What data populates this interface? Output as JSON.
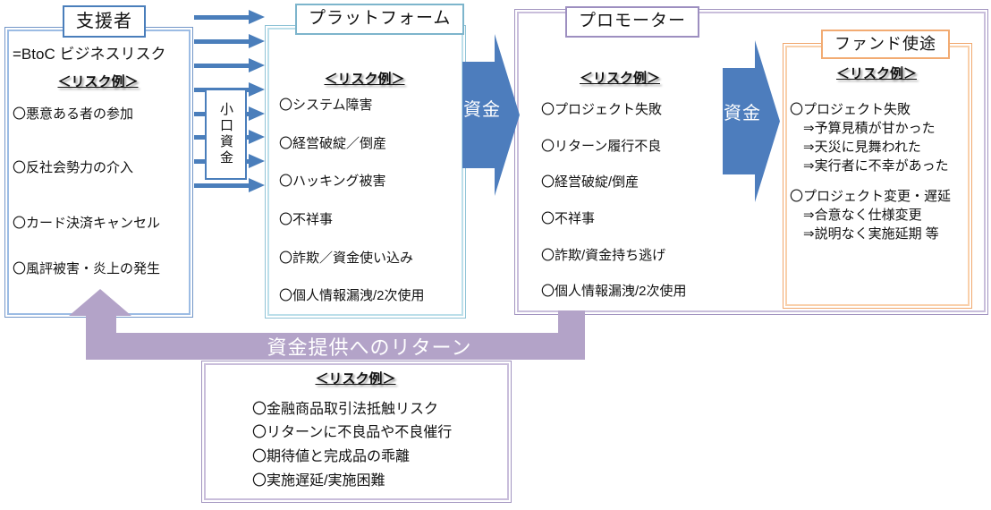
{
  "colors": {
    "arrow_blue": "#4a7ebb",
    "box_blue_border": "#7396c8",
    "box_cyan_border": "#8fc3d6",
    "box_purple_border": "#a294c0",
    "box_orange_border": "#f0a76d",
    "return_purple": "#b3a3c8"
  },
  "supporter": {
    "title": "支援者",
    "subtitle": "=BtoC ビジネスリスク",
    "risk_heading": "＜リスク例＞",
    "items": [
      "〇悪意ある者の参加",
      "〇反社会勢力の介入",
      "〇カード決済キャンセル",
      "〇風評被害・炎上の発生"
    ]
  },
  "small_funds": {
    "label": "小口資金"
  },
  "platform": {
    "title": "プラットフォーム",
    "risk_heading": "＜リスク例＞",
    "items": [
      "〇システム障害",
      "〇経営破綻／倒産",
      "〇ハッキング被害",
      "〇不祥事",
      "〇詐欺／資金使い込み",
      "〇個人情報漏洩/2次使用"
    ]
  },
  "funds_arrows": {
    "left_label": "資金",
    "right_label": "資金"
  },
  "promoter": {
    "title": "プロモーター",
    "risk_heading": "＜リスク例＞",
    "items": [
      "〇プロジェクト失敗",
      "〇リターン履行不良",
      "〇経営破綻/倒産",
      "〇不祥事",
      "〇詐欺/資金持ち逃げ",
      "〇個人情報漏洩/2次使用"
    ]
  },
  "fund_use": {
    "title": "ファンド使途",
    "risk_heading": "＜リスク例＞",
    "lines": [
      "〇プロジェクト失敗",
      "⇒予算見積が甘かった",
      "⇒天災に見舞われた",
      "⇒実行者に不幸があった",
      "〇プロジェクト変更・遅延",
      "⇒合意なく仕様変更",
      "⇒説明なく実施延期 等"
    ]
  },
  "return_flow": {
    "banner": "資金提供へのリターン",
    "risk_heading": "＜リスク例＞",
    "items": [
      "〇金融商品取引法抵触リスク",
      "〇リターンに不良品や不良催行",
      "〇期待値と完成品の乖離",
      "〇実施遅延/実施困難"
    ]
  }
}
